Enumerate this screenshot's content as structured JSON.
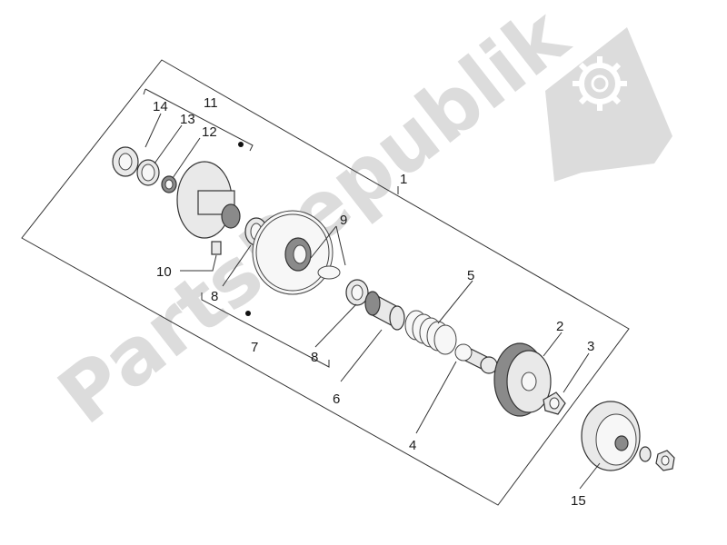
{
  "watermark": {
    "text": "PartsRepublik",
    "logo_icon": "gear-flag-icon",
    "color": "#d6d6d6"
  },
  "callouts": [
    {
      "id": "1",
      "label": "1"
    },
    {
      "id": "2",
      "label": "2"
    },
    {
      "id": "3",
      "label": "3"
    },
    {
      "id": "4",
      "label": "4"
    },
    {
      "id": "5",
      "label": "5"
    },
    {
      "id": "6",
      "label": "6"
    },
    {
      "id": "7",
      "label": "7"
    },
    {
      "id": "8a",
      "label": "8"
    },
    {
      "id": "8b",
      "label": "8"
    },
    {
      "id": "9",
      "label": "9"
    },
    {
      "id": "10",
      "label": "10"
    },
    {
      "id": "11",
      "label": "11"
    },
    {
      "id": "12",
      "label": "12"
    },
    {
      "id": "13",
      "label": "13"
    },
    {
      "id": "14",
      "label": "14"
    },
    {
      "id": "15",
      "label": "15"
    }
  ]
}
